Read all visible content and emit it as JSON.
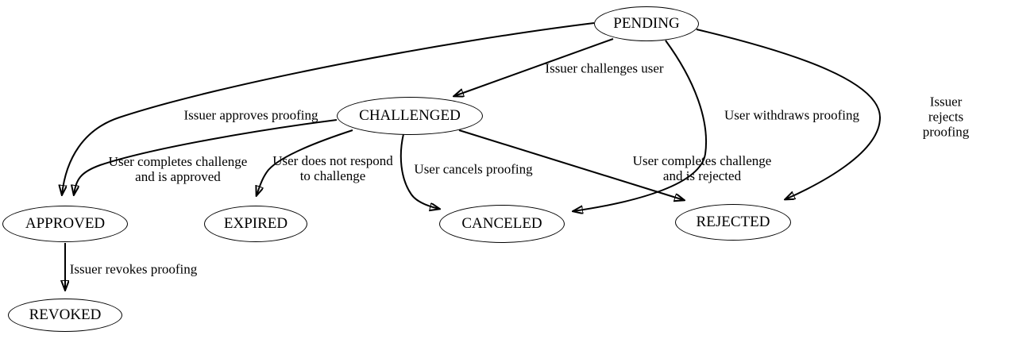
{
  "diagram": {
    "type": "state-transition-graph",
    "colors": {
      "background": "#ffffff",
      "line": "#000000",
      "text": "#000000",
      "node_fill": "#ffffff"
    },
    "nodes": [
      {
        "id": "pending",
        "label": "PENDING"
      },
      {
        "id": "challenged",
        "label": "CHALLENGED"
      },
      {
        "id": "approved",
        "label": "APPROVED"
      },
      {
        "id": "expired",
        "label": "EXPIRED"
      },
      {
        "id": "canceled",
        "label": "CANCELED"
      },
      {
        "id": "rejected",
        "label": "REJECTED"
      },
      {
        "id": "revoked",
        "label": "REVOKED"
      }
    ],
    "edges": [
      {
        "from": "PENDING",
        "to": "CHALLENGED",
        "label": "Issuer challenges user"
      },
      {
        "from": "PENDING",
        "to": "APPROVED",
        "label": "Issuer approves proofing"
      },
      {
        "from": "PENDING",
        "to": "CANCELED",
        "label": "User withdraws proofing"
      },
      {
        "from": "PENDING",
        "to": "REJECTED",
        "label": "Issuer rejects proofing"
      },
      {
        "from": "CHALLENGED",
        "to": "APPROVED",
        "label": "User completes challenge\nand is approved"
      },
      {
        "from": "CHALLENGED",
        "to": "EXPIRED",
        "label": "User does not respond\nto challenge"
      },
      {
        "from": "CHALLENGED",
        "to": "CANCELED",
        "label": "User cancels proofing"
      },
      {
        "from": "CHALLENGED",
        "to": "REJECTED",
        "label": "User completes challenge\nand is rejected"
      },
      {
        "from": "APPROVED",
        "to": "REVOKED",
        "label": "Issuer revokes proofing"
      }
    ]
  }
}
